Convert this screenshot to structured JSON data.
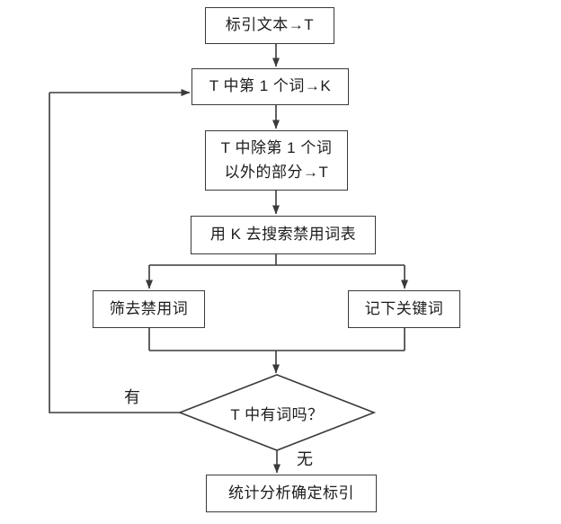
{
  "diagram": {
    "nodes": {
      "index_text": {
        "label": "标引文本→T"
      },
      "first_word": {
        "label": "T 中第 1 个词→K"
      },
      "remove_first": {
        "line1": "T 中除第 1 个词",
        "line2": "以外的部分→T"
      },
      "search_stoplist": {
        "label": "用 K 去搜索禁用词表"
      },
      "filter_stop": {
        "label": "筛去禁用词"
      },
      "record_keyword": {
        "label": "记下关键词"
      },
      "decision": {
        "label": "T 中有词吗？"
      },
      "final_index": {
        "label": "统计分析确定标引"
      }
    },
    "edge_labels": {
      "yes": "有",
      "no": "无"
    },
    "colors": {
      "line": "#3a3a3a",
      "text": "#1c1c1c",
      "background": "#ffffff"
    }
  }
}
